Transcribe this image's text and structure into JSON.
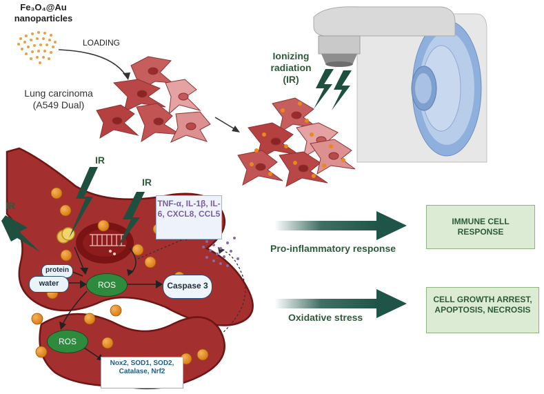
{
  "nanoparticles_label": "Fe₃O₄@Au nanoparticles",
  "loading_label": "LOADING",
  "cell_line_label": "Lung carcinoma (A549 Dual)",
  "ionizing_label": "Ionizing radiation (IR)",
  "ir_labels": [
    "IR",
    "IR",
    "IR"
  ],
  "cytokines": "TNF-α, IL-1β, IL-6, CXCL8, CCL5",
  "nodes": {
    "protein": "protein",
    "water": "water",
    "ros_main": "ROS",
    "caspase": "Caspase 3",
    "ros_secondary": "ROS"
  },
  "genes": "Nox2, SOD1, SOD2, Catalase, Nrf2",
  "responses": {
    "pro_inflammatory": "Pro-inflammatory response",
    "oxidative": "Oxidative stress"
  },
  "outcomes": {
    "immune": "IMMUNE CELL RESPONSE",
    "growth_arrest": "CELL GROWTH ARREST, APOPTOSIS, NECROSIS"
  },
  "colors": {
    "cell_fill": "#a32f2f",
    "cell_border": "#6e1515",
    "nanoparticle": "#e8891a",
    "lightning": "#1f4f3f",
    "arrow_green": "#1f5548",
    "ros_green": "#2e8b3e",
    "outcome_box": "#dcebd4"
  }
}
